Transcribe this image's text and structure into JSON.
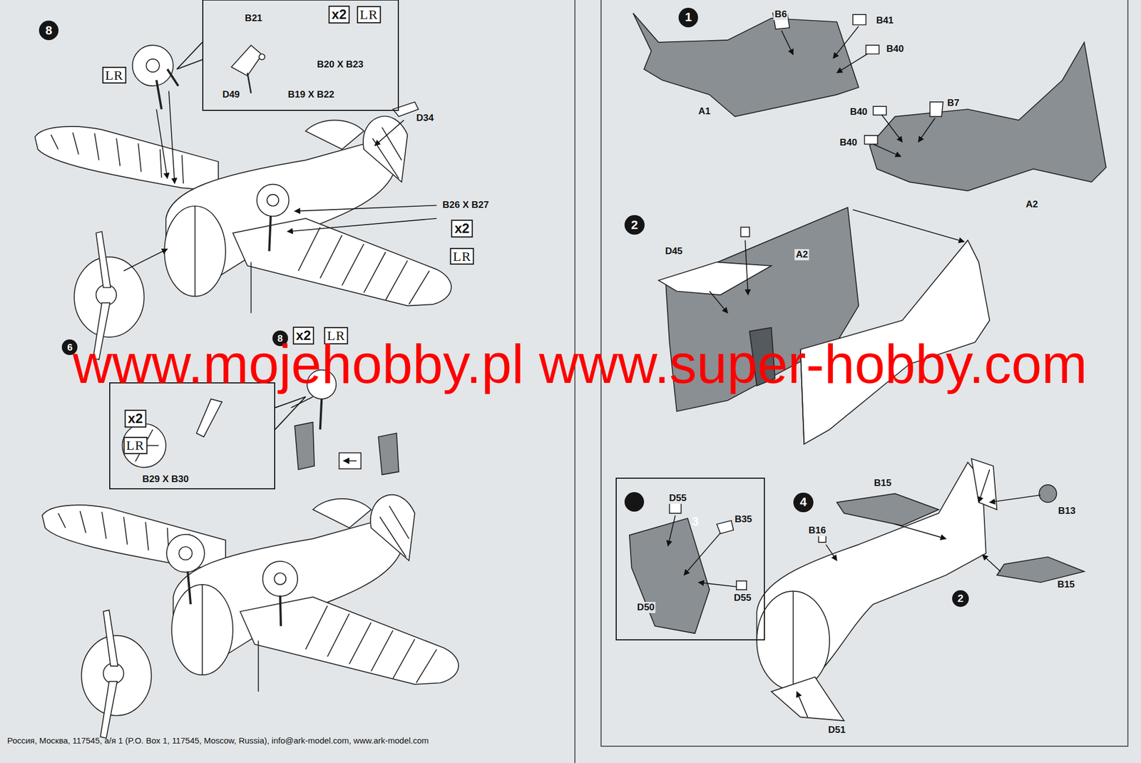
{
  "diagram": {
    "nodes": [
      {
        "text": [
          "8"
        ]
      },
      {
        "text": [
          "B21",
          "B20 X B23",
          "D49",
          "B19 X B22"
        ]
      },
      {
        "text": [
          "6"
        ]
      },
      {
        "text": [
          "8"
        ]
      },
      {
        "text": [
          "B29 X B30"
        ]
      },
      {
        "text": [
          "1"
        ]
      },
      {
        "text": [
          "2"
        ]
      },
      {
        "text": [
          "D55",
          "B35",
          "D50",
          "D55"
        ]
      },
      {
        "text": [
          "3"
        ],
        "in": 7
      },
      {
        "text": [
          "4"
        ]
      },
      {
        "text": [
          "2"
        ]
      }
    ],
    "labels": [
      "LR",
      "x2",
      "LR",
      "D34",
      "B26 X B27",
      "x2",
      "LR",
      "x2",
      "LR",
      "x2",
      "LR",
      "B6",
      "B41",
      "B40",
      "A1",
      "B40",
      "B7",
      "B40",
      "A2",
      "D45",
      "A2",
      "B15",
      "B16",
      "B13",
      "B15",
      "D51",
      "Россия, Москва, 117545, а/я 1 (P.O. Box 1, 117545, Moscow, Russia),  info@ark-model.com,  www.ark-model.com",
      "www.mojehobby.pl www.super-hobby.com"
    ]
  }
}
